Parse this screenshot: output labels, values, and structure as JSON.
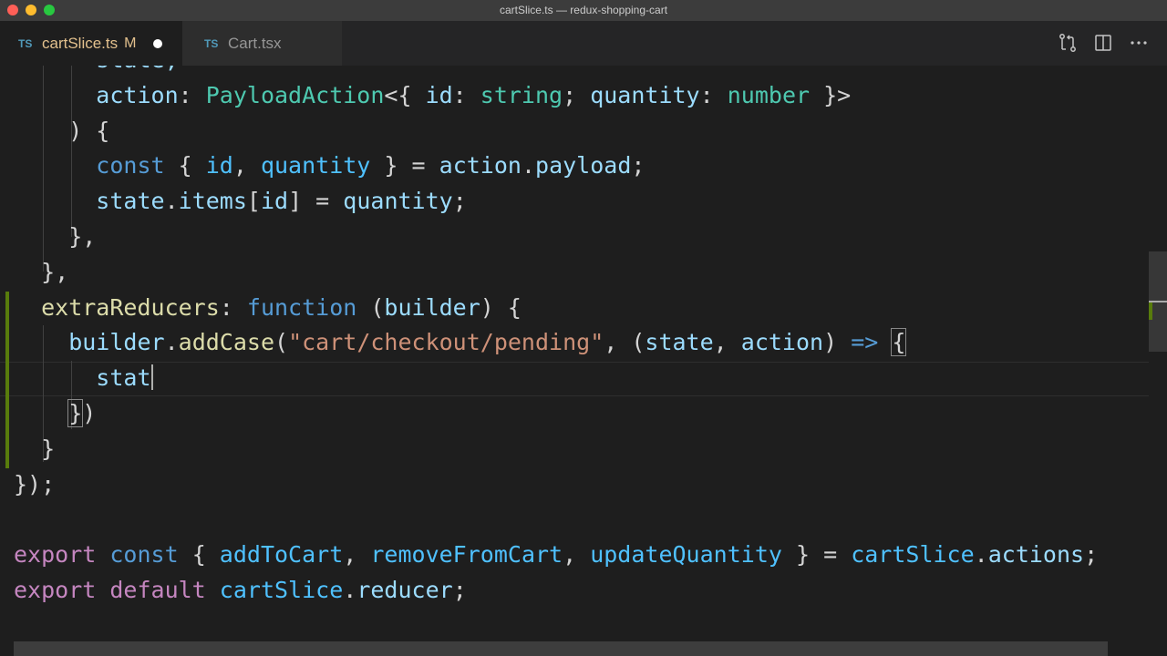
{
  "window": {
    "title": "cartSlice.ts — redux-shopping-cart"
  },
  "tabs": [
    {
      "icon": "TS",
      "name": "cartSlice.ts",
      "status": "M",
      "active": true,
      "dirty": true
    },
    {
      "icon": "TS",
      "name": "Cart.tsx",
      "active": false
    }
  ],
  "tab_actions": [
    "open-changes-icon",
    "split-editor-icon",
    "more-actions-icon"
  ],
  "colors": {
    "keyword": "#569cd6",
    "control_keyword": "#c586c0",
    "variable": "#9cdcfe",
    "function": "#dcdcaa",
    "type": "#4ec9b0",
    "string": "#ce9178",
    "modified_gutter": "#587c0c",
    "modified_tab_label": "#e2c08d"
  },
  "editor": {
    "language": "TypeScript",
    "lines": [
      [
        [
          "t-var",
          "      state,"
        ]
      ],
      [
        [
          "t-var",
          "      action"
        ],
        [
          "t-pun",
          ": "
        ],
        [
          "t-type",
          "PayloadAction"
        ],
        [
          "t-pun",
          "<{ "
        ],
        [
          "t-var",
          "id"
        ],
        [
          "t-pun",
          ": "
        ],
        [
          "t-type",
          "string"
        ],
        [
          "t-pun",
          "; "
        ],
        [
          "t-var",
          "quantity"
        ],
        [
          "t-pun",
          ": "
        ],
        [
          "t-type",
          "number"
        ],
        [
          "t-pun",
          " }>"
        ]
      ],
      [
        [
          "t-pun",
          "    ) {"
        ]
      ],
      [
        [
          "t-kw",
          "      const"
        ],
        [
          "t-pun",
          " { "
        ],
        [
          "t-const",
          "id"
        ],
        [
          "t-pun",
          ", "
        ],
        [
          "t-const",
          "quantity"
        ],
        [
          "t-pun",
          " } = "
        ],
        [
          "t-var",
          "action"
        ],
        [
          "t-pun",
          "."
        ],
        [
          "t-var",
          "payload"
        ],
        [
          "t-pun",
          ";"
        ]
      ],
      [
        [
          "t-var",
          "      state"
        ],
        [
          "t-pun",
          "."
        ],
        [
          "t-var",
          "items"
        ],
        [
          "t-pun",
          "["
        ],
        [
          "t-var",
          "id"
        ],
        [
          "t-pun",
          "] = "
        ],
        [
          "t-var",
          "quantity"
        ],
        [
          "t-pun",
          ";"
        ]
      ],
      [
        [
          "t-pun",
          "    },"
        ]
      ],
      [
        [
          "t-pun",
          "  },"
        ]
      ],
      [
        [
          "t-fn",
          "  extraReducers"
        ],
        [
          "t-pun",
          ": "
        ],
        [
          "t-kw",
          "function"
        ],
        [
          "t-pun",
          " ("
        ],
        [
          "t-var",
          "builder"
        ],
        [
          "t-pun",
          ") {"
        ]
      ],
      [
        [
          "t-var",
          "    builder"
        ],
        [
          "t-pun",
          "."
        ],
        [
          "t-fn",
          "addCase"
        ],
        [
          "t-pun",
          "("
        ],
        [
          "t-str",
          "\"cart/checkout/pending\""
        ],
        [
          "t-pun",
          ", ("
        ],
        [
          "t-var",
          "state"
        ],
        [
          "t-pun",
          ", "
        ],
        [
          "t-var",
          "action"
        ],
        [
          "t-pun",
          ") "
        ],
        [
          "t-kw",
          "=>"
        ],
        [
          "t-pun",
          " "
        ],
        [
          "match",
          "{"
        ]
      ],
      [
        [
          "t-var",
          "      stat"
        ],
        [
          "caret",
          ""
        ]
      ],
      [
        [
          "t-pun",
          "    "
        ],
        [
          "match",
          "}"
        ],
        [
          "t-pun",
          ")"
        ]
      ],
      [
        [
          "t-pun",
          "  }"
        ]
      ],
      [
        [
          "t-pun",
          "});"
        ]
      ],
      [
        [
          "t-pun",
          ""
        ]
      ],
      [
        [
          "t-ctl",
          "export"
        ],
        [
          "t-pun",
          " "
        ],
        [
          "t-kw",
          "const"
        ],
        [
          "t-pun",
          " { "
        ],
        [
          "t-const",
          "addToCart"
        ],
        [
          "t-pun",
          ", "
        ],
        [
          "t-const",
          "removeFromCart"
        ],
        [
          "t-pun",
          ", "
        ],
        [
          "t-const",
          "updateQuantity"
        ],
        [
          "t-pun",
          " } = "
        ],
        [
          "t-const",
          "cartSlice"
        ],
        [
          "t-pun",
          "."
        ],
        [
          "t-var",
          "actions"
        ],
        [
          "t-pun",
          ";"
        ]
      ],
      [
        [
          "t-ctl",
          "export"
        ],
        [
          "t-pun",
          " "
        ],
        [
          "t-ctl",
          "default"
        ],
        [
          "t-pun",
          " "
        ],
        [
          "t-const",
          "cartSlice"
        ],
        [
          "t-pun",
          "."
        ],
        [
          "t-var",
          "reducer"
        ],
        [
          "t-pun",
          ";"
        ]
      ]
    ]
  }
}
